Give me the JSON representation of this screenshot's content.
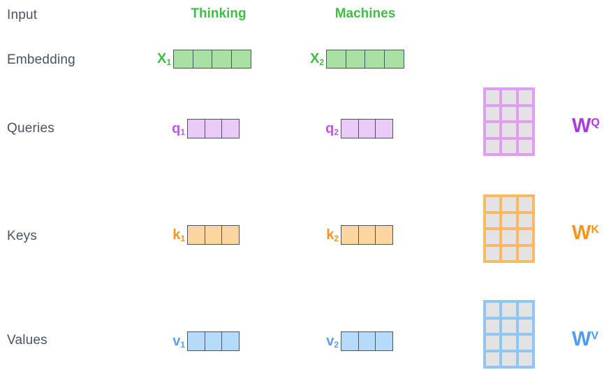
{
  "canvas": {
    "background": "#ffffff"
  },
  "colors": {
    "background": "#ffffff",
    "text_dark": "#4a5362",
    "cell_border": "#4a5562",
    "green_text": "#3ebe44",
    "green_fill": "#a9e0a4",
    "purple_text": "#c058e2",
    "purple_fill": "#eccaf7",
    "purple_matrix_border": "#e19df2",
    "purple_matrix_label": "#a93ae0",
    "orange_text": "#f7941e",
    "orange_fill": "#fcd5a0",
    "orange_matrix_border": "#f9b966",
    "orange_matrix_label": "#f7941e",
    "blue_text": "#58a0f2",
    "blue_fill": "#b5dafa",
    "blue_matrix_border": "#90c5f4",
    "blue_matrix_label": "#4d9cf0",
    "matrix_cell_fill": "#e3e3e3"
  },
  "row_labels": {
    "input": "Input",
    "embedding": "Embedding",
    "queries": "Queries",
    "keys": "Keys",
    "values": "Values"
  },
  "words": {
    "first": "Thinking",
    "second": "Machines"
  },
  "vectors": {
    "x1": {
      "base": "X",
      "sub": "1",
      "cells": 4
    },
    "x2": {
      "base": "X",
      "sub": "2",
      "cells": 4
    },
    "q1": {
      "base": "q",
      "sub": "1",
      "cells": 3
    },
    "q2": {
      "base": "q",
      "sub": "2",
      "cells": 3
    },
    "k1": {
      "base": "k",
      "sub": "1",
      "cells": 3
    },
    "k2": {
      "base": "k",
      "sub": "2",
      "cells": 3
    },
    "v1": {
      "base": "v",
      "sub": "1",
      "cells": 3
    },
    "v2": {
      "base": "v",
      "sub": "2",
      "cells": 3
    }
  },
  "matrices": {
    "wq": {
      "base": "W",
      "sup": "Q",
      "rows": 4,
      "cols": 3,
      "cell_count": 12
    },
    "wk": {
      "base": "W",
      "sup": "K",
      "rows": 4,
      "cols": 3,
      "cell_count": 12
    },
    "wv": {
      "base": "W",
      "sup": "V",
      "rows": 4,
      "cols": 3,
      "cell_count": 12
    }
  }
}
